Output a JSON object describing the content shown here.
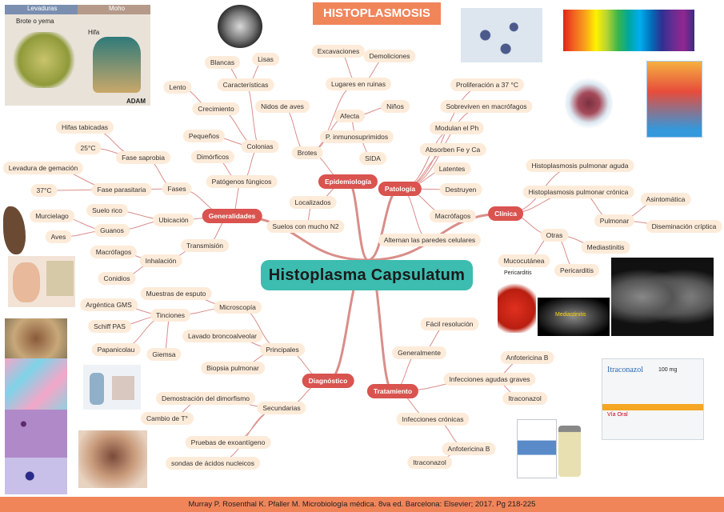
{
  "header": {
    "title": "HISTOPLASMOSIS"
  },
  "central": {
    "title": "Histoplasma Capsulatum"
  },
  "categories": {
    "generalidades": "Generalidades",
    "epidemiologia": "Epidemiología",
    "patologia": "Patología",
    "clinica": "Clínica",
    "diagnostico": "Diagnóstico",
    "tratamiento": "Tratamiento"
  },
  "generalidades": {
    "lisas": "Lisas",
    "blancas": "Blancas",
    "caracteristicas": "Características",
    "lento": "Lento",
    "crecimiento": "Crecimiento",
    "pequenos": "Pequeños",
    "colonias": "Colonias",
    "dimorficos": "Dimórficos",
    "patogenos": "Patógenos fúngicos",
    "hifas_tabicadas": "Hifas tabicadas",
    "temp25": "25°C",
    "fase_saprobia": "Fase saprobia",
    "levadura_gemacion": "Levadura de gemación",
    "temp37": "37°C",
    "fase_parasitaria": "Fase parasitaria",
    "fases": "Fases",
    "suelo_rico": "Suelo rico",
    "murcielago": "Murcielago",
    "guanos": "Guanos",
    "aves": "Aves",
    "ubicacion": "Ubicación",
    "transmision": "Transmisión",
    "macrofagos": "Macrófagos",
    "inhalacion": "Inhalación",
    "conidios": "Conidios"
  },
  "epidemiologia": {
    "excavaciones": "Excavaciones",
    "demoliciones": "Demoliciones",
    "lugares_ruinas": "Lugares en ruinas",
    "nidos_aves": "Nidos de aves",
    "afecta": "Afecta",
    "ninos": "Niños",
    "inmunosuprimidos": "P. inmunosuprimidos",
    "brotes": "Brotes",
    "sida": "SIDA",
    "localizados": "Localizados",
    "suelos_n2": "Suelos con mucho N2"
  },
  "patologia": {
    "proliferacion": "Proliferación a 37 °C",
    "sobreviven": "Sobreviven en macrófagos",
    "modulan": "Modulan el Ph",
    "absorben": "Absorben Fe y Ca",
    "latentes": "Latentes",
    "destruyen": "Destruyen",
    "macrofagos": "Macrófagos",
    "alternan": "Alternan las paredes celulares"
  },
  "clinica": {
    "aguda": "Histoplasmosis pulmonar aguda",
    "cronica": "Histoplasmosis pulmonar crónica",
    "asintomatica": "Asintomática",
    "pulmonar": "Pulmonar",
    "diseminacion": "Diseminación críptica",
    "otras": "Otras",
    "mediastinitis": "Mediastinitis",
    "mucocutanea": "Mucocutánea",
    "pericarditis": "Pericarditis"
  },
  "diagnostico": {
    "muestras_esputo": "Muestras de esputo",
    "microscopia": "Microscopía",
    "argentica": "Argéntica GMS",
    "tinciones": "Tinciones",
    "schiff": "Schiff PAS",
    "lavado": "Lavado broncoalveolar",
    "papanicolau": "Papanicolau",
    "principales": "Principales",
    "giemsa": "Giemsa",
    "biopsia": "Biopsia pulmonar",
    "dimorfismo": "Demostración del dimorfismo",
    "secundarias": "Secundarias",
    "cambio_t": "Cambio de T°",
    "exoantigeno": "Pruebas de exoantígeno",
    "sondas": "sondas de ácidos nucleicos"
  },
  "tratamiento": {
    "facil": "Fácil resolución",
    "generalmente": "Generalmente",
    "anfotericina1": "Anfotericina B",
    "infecciones_agudas": "Infecciones agudas graves",
    "itraconazol1": "Itraconazol",
    "infecciones_cronicas": "Infecciones crónicas",
    "anfotericina2": "Anfotericina B",
    "itraconazol2": "Itraconazol"
  },
  "image_labels": {
    "levaduras": "Levaduras",
    "moho": "Moho",
    "brote_yema": "Brote o yema",
    "hifa": "Hifa",
    "adam": "ADAM",
    "pericarditis_caption": "Pericarditis",
    "mediastinitis_caption": "Mediastinitis",
    "itraconazol_box": "Itraconazol",
    "dose": "100 mg",
    "via_oral": "Vía Oral"
  },
  "footer": {
    "citation": "Murray P. Rosenthal K. Pfaller M. Microbiología médica. 8va ed. Barcelona: Elsevier; 2017. Pg 218-225"
  },
  "colors": {
    "branch": "#d98e8a",
    "category": "#d9534f",
    "central": "#3dbcb0",
    "node": "#fdebd9",
    "banner": "#f0855a"
  }
}
